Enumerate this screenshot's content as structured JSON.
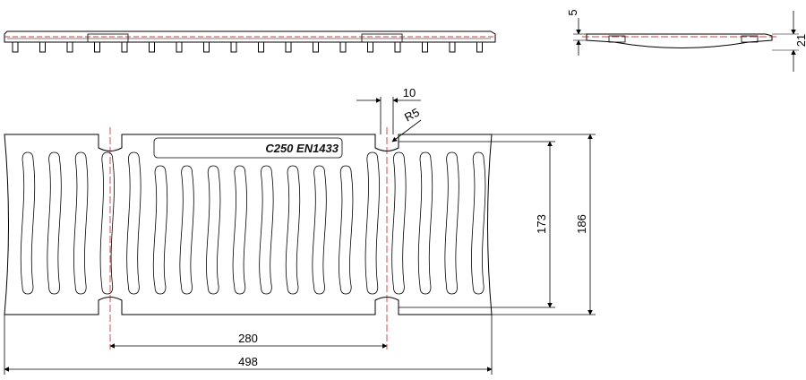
{
  "drawing": {
    "marking_text": "C250 EN1433",
    "dimensions": {
      "slot_width": "10",
      "slot_radius": "R5",
      "inner_height": "173",
      "total_height": "186",
      "slot_spacing": "280",
      "total_length": "498",
      "side_top_thickness": "5",
      "side_total_height": "21"
    },
    "colors": {
      "outline": "#000000",
      "dimension_line": "#cc0000"
    }
  }
}
